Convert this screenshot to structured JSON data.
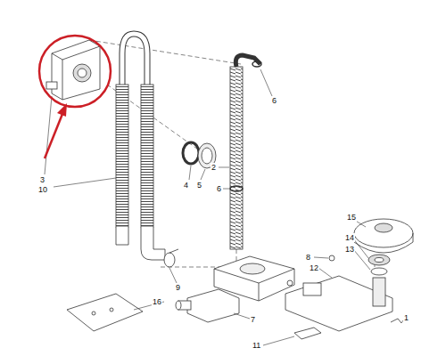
{
  "diagram": {
    "labels": [
      "3",
      "10",
      "6",
      "4",
      "5",
      "2",
      "6",
      "15",
      "14",
      "13",
      "8",
      "12",
      "9",
      "16",
      "7",
      "11",
      "1"
    ]
  }
}
